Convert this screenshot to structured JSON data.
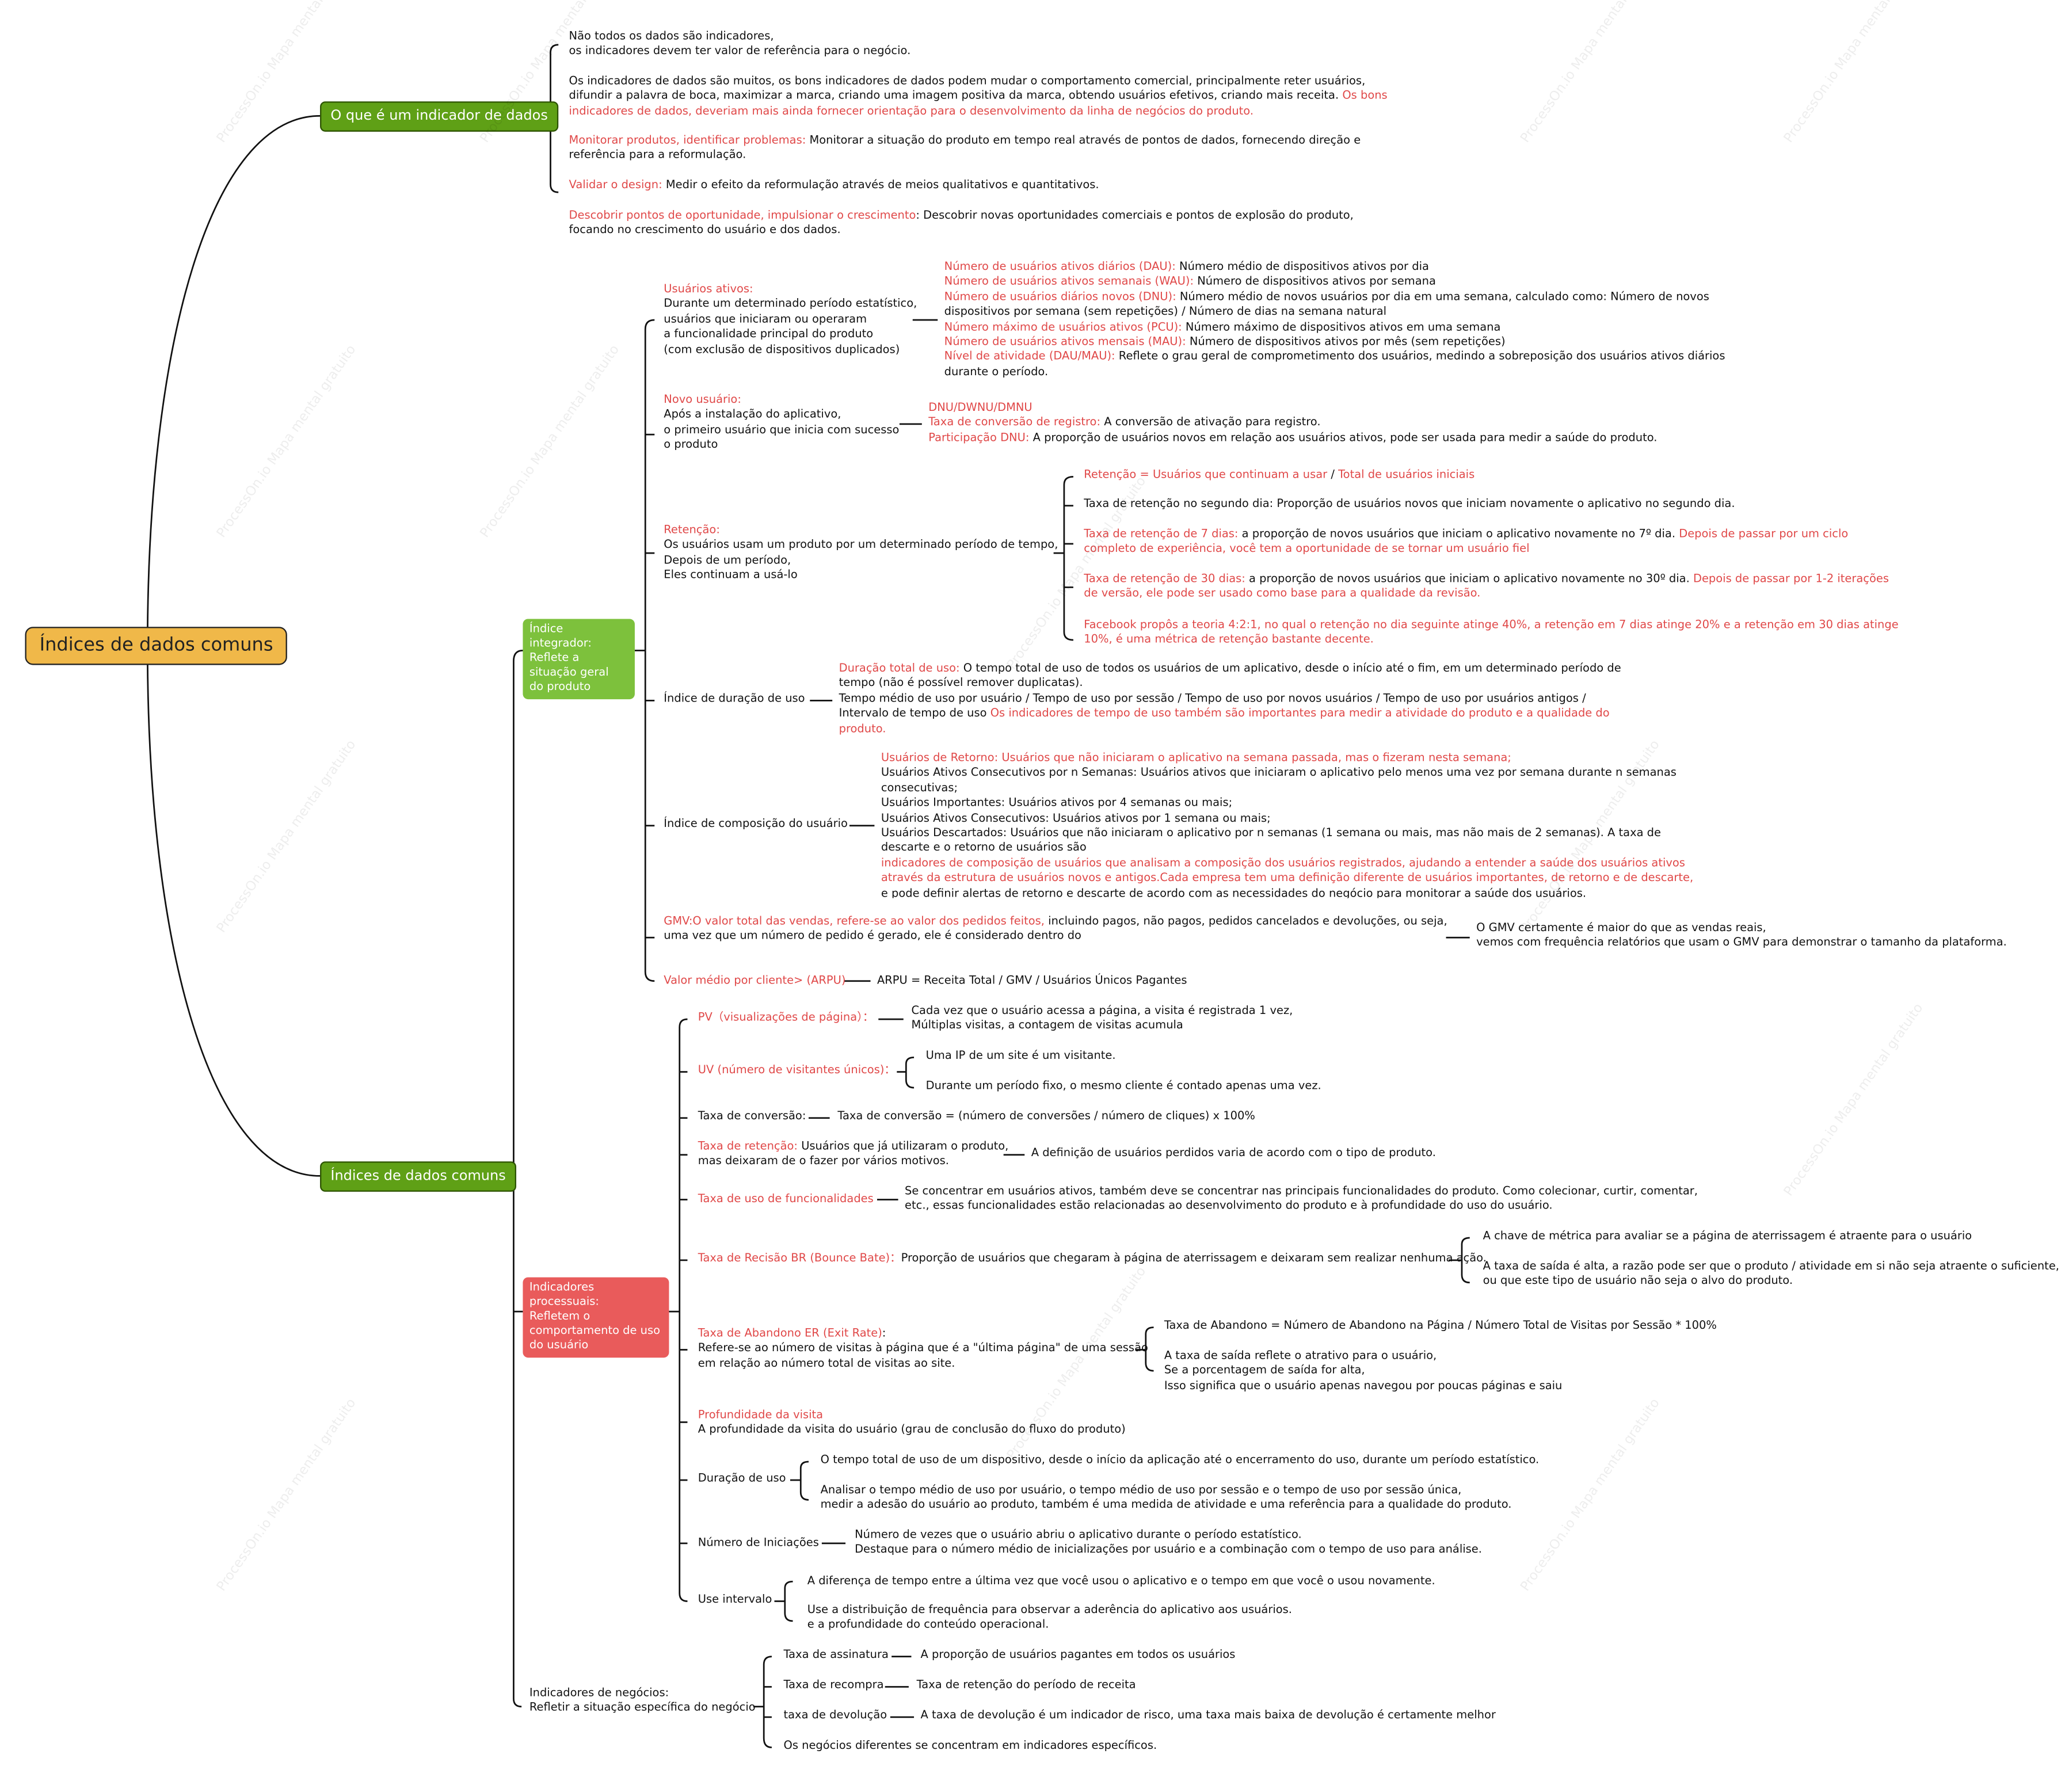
{
  "root": "Índices de dados comuns",
  "watermark": "ProcessOn.io Mapa mental gratuito",
  "branch_what": {
    "label": "O que é um indicador de dados",
    "item1": [
      "Não todos os dados são indicadores,",
      "os indicadores devem ter valor de referência para o negócio."
    ],
    "item2_black": [
      "Os indicadores de dados são muitos, os bons indicadores de dados podem mudar o comportamento comercial, principalmente reter usuários,",
      "difundir a palavra de boca, maximizar a marca, criando uma imagem positiva da marca, obtendo usuários efetivos, criando mais receita."
    ],
    "item2_red_a": "Os bons",
    "item2_red_b": "indicadores de dados, deveriam mais ainda fornecer orientação para o desenvolvimento da linha de negócios do produto.",
    "item3_red": "Monitorar produtos, identificar problemas:",
    "item3_black": [
      "Monitorar a situação do produto em tempo real através de pontos de dados, fornecendo direção e",
      "referência para a reformulação."
    ],
    "item4_red": "Validar o design:",
    "item4_black": "Medir o efeito da reformulação através de meios qualitativos e quantitativos.",
    "item5_red": "Descobrir pontos de oportunidade, impulsionar o crescimento",
    "item5_black": [
      ": Descobrir novas oportunidades comerciais e pontos de explosão do produto,",
      "focando no crescimento do usuário e dos dados."
    ]
  },
  "branch_common": {
    "label": "Índices de dados comuns",
    "integrator": {
      "label": [
        "Índice integrador:",
        "Reflete a",
        "situação geral",
        "do produto"
      ],
      "active": {
        "title": "Usuários ativos:",
        "desc": [
          "Durante um determinado período estatístico,",
          "usuários que iniciaram ou operaram",
          "a funcionalidade principal do produto",
          "(com exclusão de dispositivos duplicados)"
        ],
        "items": [
          {
            "red": "Número de usuários ativos diários (DAU):",
            "black": " Número médio de dispositivos ativos por dia"
          },
          {
            "red": "Número de usuários ativos semanais (WAU):",
            "black": " Número de dispositivos ativos por semana"
          },
          {
            "red": "Número de usuários diários novos (DNU):",
            "black": " Número médio de novos usuários por dia em uma semana, calculado como: Número de novos"
          },
          {
            "red": "",
            "black": "dispositivos por semana (sem repetições) / Número de dias na semana natural"
          },
          {
            "red": "Número máximo de usuários ativos (PCU):",
            "black": " Número máximo de dispositivos ativos em uma semana"
          },
          {
            "red": "Número de usuários ativos mensais (MAU):",
            "black": " Número de dispositivos ativos por mês (sem repetições)"
          },
          {
            "red": "Nível de atividade (DAU/MAU):",
            "black": " Reflete o grau geral de comprometimento dos usuários, medindo a sobreposição dos usuários ativos diários"
          },
          {
            "red": "",
            "black": "durante o período."
          }
        ]
      },
      "new_user": {
        "title": "Novo usuário:",
        "desc": [
          "Após a instalação do aplicativo,",
          "o primeiro usuário que inicia com sucesso",
          "o produto"
        ],
        "items": [
          {
            "red": "DNU/DWNU/DMNU",
            "black": ""
          },
          {
            "red": "Taxa de conversão de registro:",
            "black": " A conversão de ativação para registro."
          },
          {
            "red": "Participação DNU:",
            "black": " A proporção de usuários novos em relação aos usuários ativos, pode ser usada para medir a saúde do produto."
          }
        ]
      },
      "retention": {
        "title": "Retenção:",
        "desc": [
          "Os usuários usam um produto por um determinado período de tempo,",
          "Depois de um período,",
          "Eles continuam a usá-lo"
        ],
        "formula_a": "Retenção = Usuários que continuam a usar",
        "formula_sep": " / ",
        "formula_b": "Total de usuários iniciais",
        "second_day": "Taxa de retenção no segundo dia: Proporção de usuários novos que iniciam novamente o aplicativo no segundo dia.",
        "d7_red": "Taxa de retenção de 7 dias:",
        "d7_black": " a proporção de novos usuários que iniciam o aplicativo novamente no 7º dia.",
        "d7_red2": [
          " Depois de passar por um ciclo",
          "completo de experiência, você tem a oportunidade de se tornar um usuário fiel"
        ],
        "d30_red": "Taxa de retenção de 30 dias:",
        "d30_black": " a proporção de novos usuários que iniciam o aplicativo novamente no 30º dia.",
        "d30_red2": [
          " Depois de passar por 1-2 iterações",
          "de versão, ele pode ser usado como base para a qualidade da revisão."
        ],
        "facebook": [
          "Facebook propôs a teoria 4:2:1, no qual o retenção no dia seguinte atinge 40%, a retenção em 7 dias atinge 20% e a retenção em 30 dias atinge",
          "10%, é uma métrica de retenção bastante decente."
        ]
      },
      "duration": {
        "label": "Índice de duração de uso",
        "red": "Duração total de uso:",
        "lines": [
          " O tempo total de uso de todos os usuários de um aplicativo, desde o início até o fim, em um determinado período de",
          "tempo (não é possível remover duplicatas).",
          "Tempo médio de uso por usuário / Tempo de uso por sessão / Tempo de uso por novos usuários / Tempo de uso por usuários antigos /",
          "Intervalo de tempo de uso "
        ],
        "red2": [
          "Os indicadores de tempo de uso também são importantes para medir a atividade do produto e a qualidade do",
          "produto."
        ]
      },
      "composition": {
        "label": "Índice de composição do usuário",
        "lines_red1": "Usuários de Retorno: Usuários que não iniciaram o aplicativo na semana passada, mas o fizeram nesta semana;",
        "lines_black": [
          "Usuários Ativos Consecutivos por n Semanas: Usuários ativos que iniciaram o aplicativo pelo menos uma vez por semana durante n semanas",
          "consecutivas;",
          "Usuários Importantes: Usuários ativos por 4 semanas ou mais;",
          "Usuários Ativos Consecutivos: Usuários ativos por 1 semana ou mais;",
          "Usuários Descartados: Usuários que não iniciaram o aplicativo por n semanas (1 semana ou mais, mas não mais de 2 semanas). A taxa de",
          "descarte e o retorno de usuários são"
        ],
        "lines_red2": [
          "indicadores de composição de usuários que analisam a composição dos usuários registrados, ajudando a entender a saúde dos usuários ativos",
          "através da estrutura de usuários novos e antigos.Cada empresa tem uma definição diferente de usuários importantes, de retorno e de descarte,",
          "e pode definir alertas de retorno e descarte de acordo com as necessidades do negócio para monitorar a saúde dos usuários."
        ]
      },
      "gmv": {
        "red": "GMV:O valor total das vendas, refere-se ao valor dos pedidos feitos,",
        "black": [
          " incluindo pagos, não pagos, pedidos cancelados e devoluções, ou seja,",
          "uma vez que um número de pedido é gerado, ele é considerado dentro do"
        ],
        "note": [
          "O GMV certamente é maior do que as vendas reais,",
          "vemos com frequência relatórios que usam o GMV para demonstrar o tamanho da plataforma."
        ]
      },
      "arpu": {
        "red": "Valor médio por cliente> (ARPU)",
        "formula": "ARPU = Receita Total / GMV / Usuários Únicos Pagantes"
      }
    },
    "process": {
      "label": [
        "Indicadores processuais:",
        "Refletem o",
        "comportamento de uso",
        "do usuário"
      ],
      "pv": {
        "label": "PV（visualizações de página）：",
        "desc": [
          "Cada vez que o usuário acessa a página, a visita é registrada 1 vez,",
          "Múltiplas visitas, a contagem de visitas acumula"
        ]
      },
      "uv": {
        "label": "UV (número de visitantes únicos)：",
        "a": "Uma IP de um site é um visitante.",
        "b": "Durante um período fixo, o mesmo cliente é contado apenas uma vez."
      },
      "conv": {
        "label": "Taxa de conversão:",
        "desc": "Taxa de conversão = (número de conversões / número de cliques) x 100%"
      },
      "ret": {
        "red": "Taxa de retenção:",
        "black": [
          " Usuários que já utilizaram o produto,",
          "mas deixaram de o fazer por vários motivos."
        ],
        "desc": "A definição de usuários perdidos varia de acordo com o tipo de produto."
      },
      "func": {
        "label": "Taxa de uso de funcionalidades",
        "desc": [
          "Se concentrar em usuários ativos, também deve se concentrar nas principais funcionalidades do produto. Como colecionar, curtir, comentar,",
          "etc., essas funcionalidades estão relacionadas ao desenvolvimento do produto e à profundidade do uso do usuário."
        ]
      },
      "bounce": {
        "red": "Taxa de Recisão BR (Bounce Bate)：",
        "black": "Proporção de usuários que chegaram à página de aterrissagem e deixaram sem realizar nenhuma ação.",
        "a": "A chave de métrica para avaliar se a página de aterrissagem é atraente para o usuário",
        "b": [
          "A taxa de saída é alta, a razão pode ser que o produto / atividade em si não seja atraente o suficiente,",
          "ou que este tipo de usuário não seja o alvo do produto."
        ]
      },
      "exit": {
        "red": "Taxa de Abandono ER (Exit Rate)",
        "colon": ":",
        "black": [
          "Refere-se ao número de visitas à página que é a \"última página\" de uma sessão",
          "em relação ao número total de visitas ao site."
        ],
        "a": "Taxa de Abandono = Número de Abandono na Página / Número Total de Visitas por Sessão * 100%",
        "b": [
          "A taxa de saída reflete o atrativo para o usuário,",
          "Se a porcentagem de saída for alta,",
          "Isso significa que o usuário apenas navegou por poucas páginas e saiu"
        ]
      },
      "depth": {
        "red": "Profundidade da visita",
        "black": "A profundidade da visita do usuário (grau de conclusão do fluxo do produto)"
      },
      "duse": {
        "label": "Duração de uso",
        "a": "O tempo total de uso de um dispositivo, desde o início da aplicação até o encerramento do uso, durante um período estatístico.",
        "b": [
          "Analisar o tempo médio de uso por usuário, o tempo médio de uso por sessão e o tempo de uso por sessão única,",
          "medir a adesão do usuário ao produto, também é uma medida de atividade e uma referência para a qualidade do produto."
        ]
      },
      "starts": {
        "label": "Número de Iniciações",
        "desc": [
          "Número de vezes que o usuário abriu o aplicativo durante o período estatístico.",
          "Destaque para o número médio de inicializações por usuário e a combinação com o tempo de uso para análise."
        ]
      },
      "interval": {
        "label": "Use intervalo",
        "a": "A diferença de tempo entre a última vez que você usou o aplicativo e o tempo em que você o usou novamente.",
        "b": [
          "Use a distribuição de frequência para observar a aderência do aplicativo aos usuários.",
          "e a profundidade do conteúdo operacional."
        ]
      }
    },
    "business": {
      "label": [
        "Indicadores de negócios:",
        "Refletir a situação específica do negócio"
      ],
      "items": [
        {
          "label": "Taxa de assinatura",
          "desc": "A proporção de usuários pagantes em todos os usuários"
        },
        {
          "label": "Taxa de recompra",
          "desc": "Taxa de retenção do período de receita"
        },
        {
          "label": "taxa de devolução",
          "desc": "A taxa de devolução é um indicador de risco, uma taxa mais baixa de devolução é certamente melhor"
        },
        {
          "label": "Os negócios diferentes se concentram em indicadores específicos.",
          "desc": ""
        }
      ]
    }
  }
}
